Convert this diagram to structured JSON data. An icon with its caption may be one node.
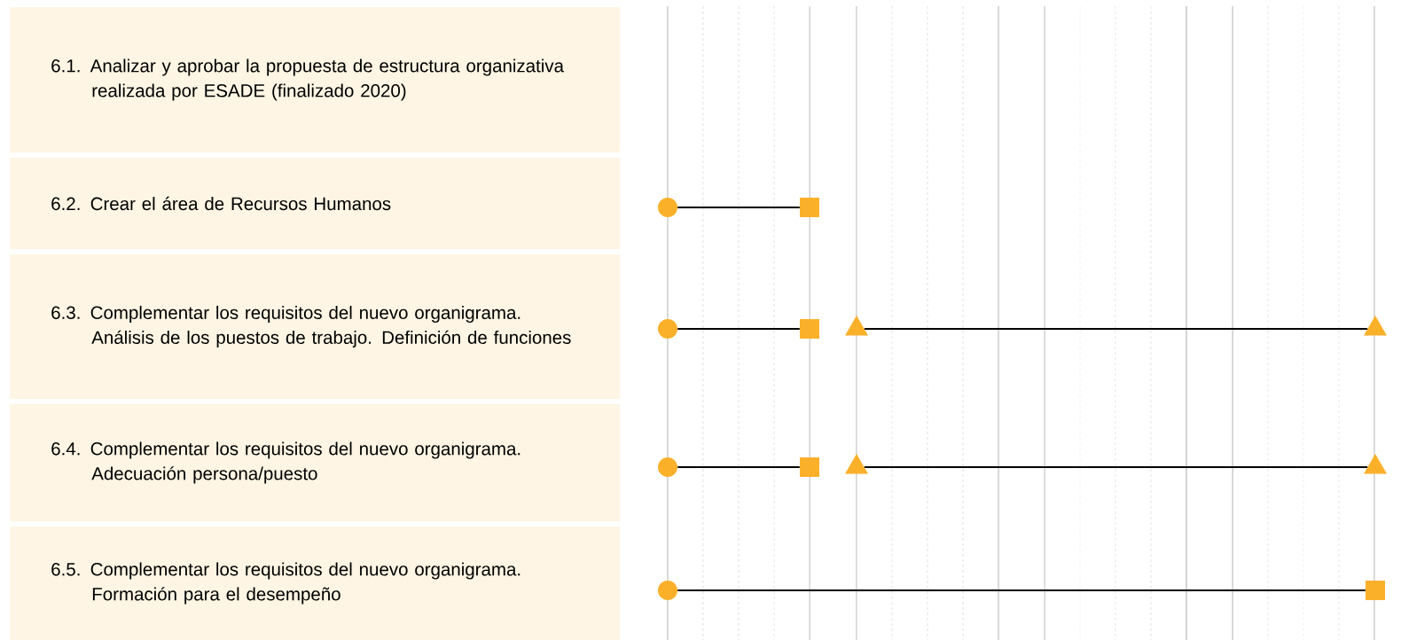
{
  "diagram": {
    "nodes": [
      {
        "text": [
          "6.1. Analizar y aprobar la propuesta de estructura organizativa realizada por ESADE (finalizado 2020)"
        ]
      },
      {
        "text": [
          "6.2. Crear el área de Recursos Humanos"
        ]
      },
      {
        "text": [
          "6.3. Complementar los requisitos del nuevo organigrama. Análisis de los puestos de trabajo. Definición de funciones"
        ]
      },
      {
        "text": [
          "6.4. Complementar los requisitos del nuevo organigrama. Adecuación persona/puesto"
        ]
      },
      {
        "text": [
          "6.5. Complementar los requisitos del nuevo organigrama. Formación para el desempeño"
        ]
      },
      {
        "text": [],
        "shape": "circle"
      },
      {
        "text": [],
        "shape": "box"
      },
      {
        "text": [],
        "shape": "circle"
      },
      {
        "text": [],
        "shape": "box"
      },
      {
        "text": [],
        "shape": "triangle"
      },
      {
        "text": [],
        "shape": "triangle"
      },
      {
        "text": [],
        "shape": "circle"
      },
      {
        "text": [],
        "shape": "box"
      },
      {
        "text": [],
        "shape": "triangle"
      },
      {
        "text": [],
        "shape": "triangle"
      },
      {
        "text": [],
        "shape": "circle"
      },
      {
        "text": [],
        "shape": "box"
      }
    ],
    "edges": [
      {
        "from": 5,
        "to": 6,
        "arrow": "none"
      },
      {
        "from": 7,
        "to": 8,
        "arrow": "none"
      },
      {
        "from": 9,
        "to": 10,
        "arrow": "none"
      },
      {
        "from": 11,
        "to": 12,
        "arrow": "none"
      },
      {
        "from": 13,
        "to": 14,
        "arrow": "none"
      },
      {
        "from": 15,
        "to": 16,
        "arrow": "none"
      }
    ]
  }
}
